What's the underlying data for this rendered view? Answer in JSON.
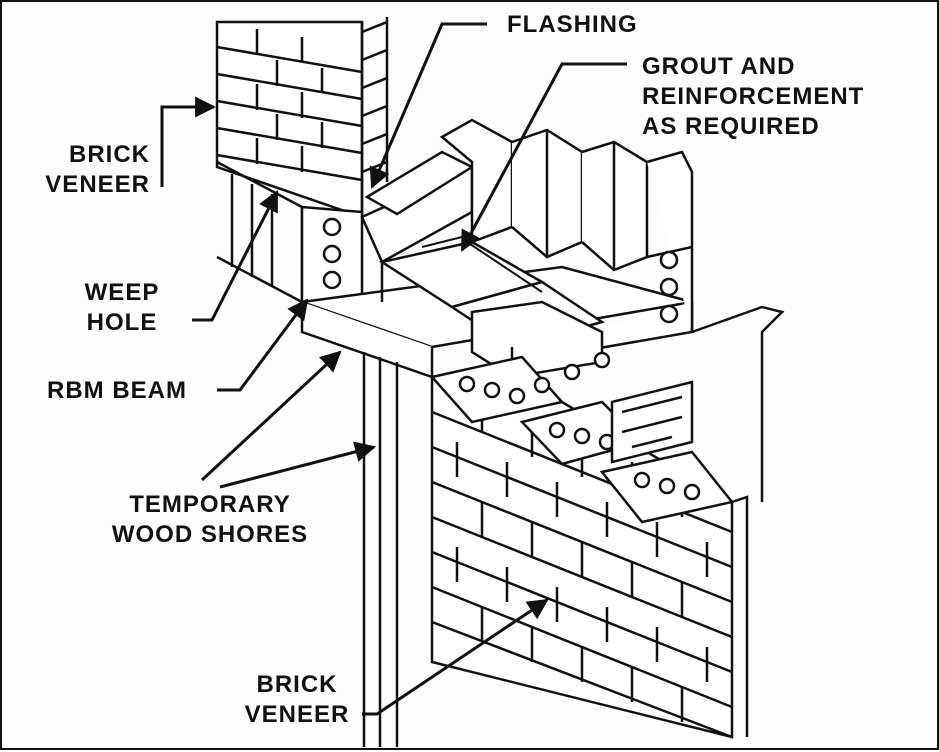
{
  "labels": {
    "flashing": "FLASHING",
    "grout": [
      "GROUT AND",
      "REINFORCEMENT",
      "AS REQUIRED"
    ],
    "brick_veneer_top": [
      "BRICK",
      "VENEER"
    ],
    "weep_hole": [
      "WEEP",
      "HOLE"
    ],
    "rbm_beam": "RBM BEAM",
    "temporary_wood_shores": [
      "TEMPORARY",
      "WOOD SHORES"
    ],
    "brick_veneer_bottom": [
      "BRICK",
      "VENEER"
    ]
  },
  "colors": {
    "ink": "#111111",
    "paper": "#fdfdfd",
    "block": "#ffffff"
  }
}
